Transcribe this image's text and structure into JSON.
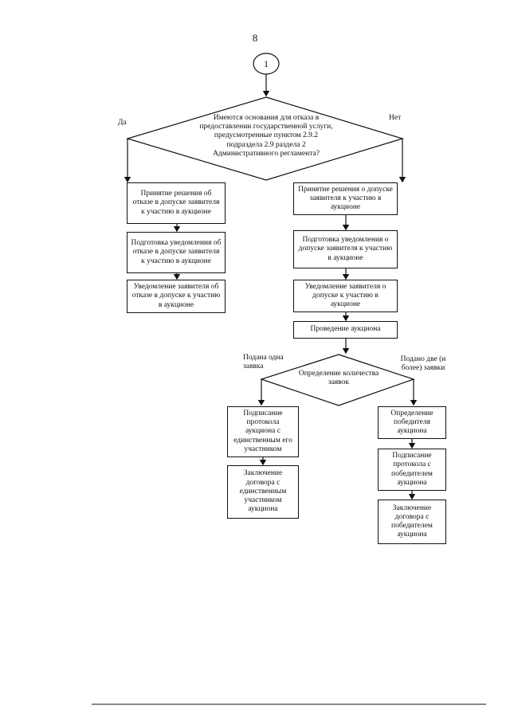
{
  "page_number": "8",
  "connector": "1",
  "decision1": {
    "text": "Имеются основания для отказа в предоставлении государственной услуги, предусмотренные пунктом 2.9.2 подраздела 2.9 раздела 2 Административного регламента?",
    "yes": "Да",
    "no": "Нет"
  },
  "left_branch": [
    "Принятие решения об отказе в допуске заявителя к участию в аукционе",
    "Подготовка уведомления об отказе в допуске заявителя к участию в аукционе",
    "Уведомление заявителя об отказе в допуске к участию в аукционе"
  ],
  "right_branch": [
    "Принятие решения о допуске заявителя к участию в аукционе",
    "Подготовка уведомления о допуске заявителя к участию в аукционе",
    "Уведомление заявителя о допуске к участию в аукционе",
    "Проведение аукциона"
  ],
  "decision2": {
    "text": "Определение количества заявок",
    "left_label": "Подана одна заявка",
    "right_label": "Подано две (и более) заявки"
  },
  "single_branch": [
    "Подписание протокола аукциона с единственным его участником",
    "Заключение договора с единственным участником аукциона"
  ],
  "multi_branch": [
    "Определение победителя аукциона",
    "Подписание протокола с победителем аукциона",
    "Заключение договора с победителем аукциона"
  ]
}
